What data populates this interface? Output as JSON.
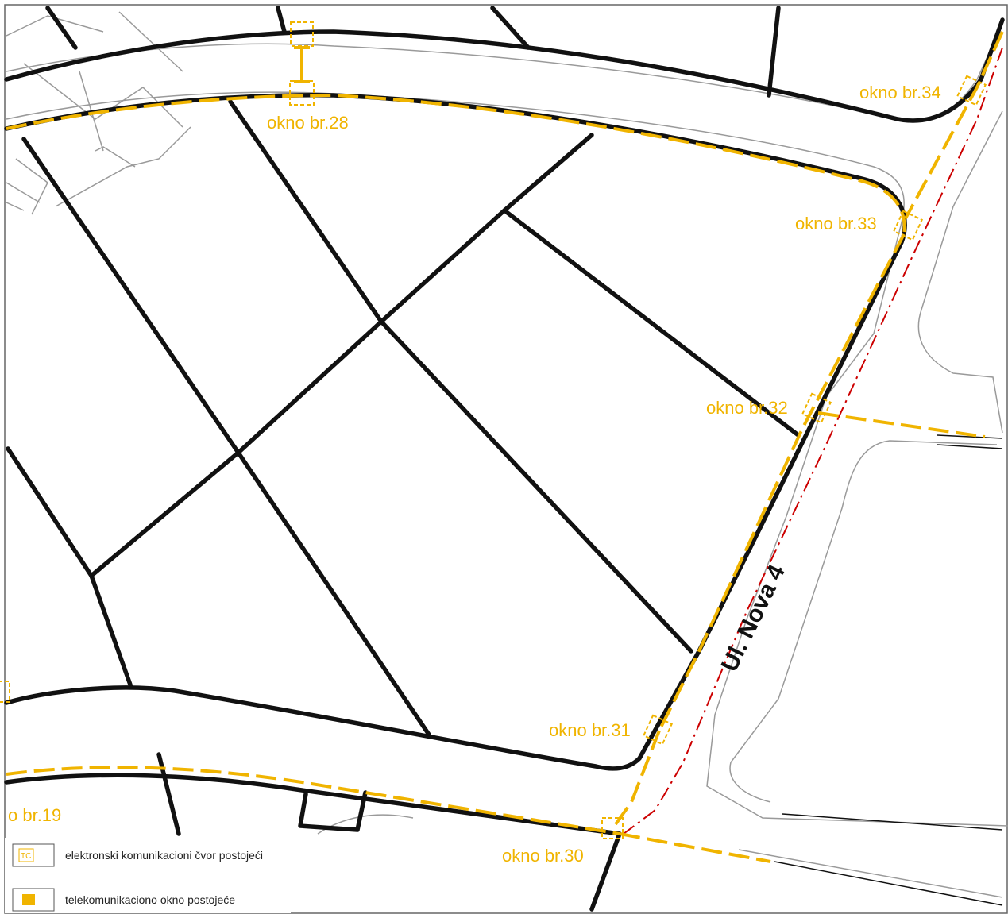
{
  "colors": {
    "telecom": "#f0b400",
    "parcel": "#111111",
    "road_edge": "#9a9a9a",
    "centerline": "#cc0000"
  },
  "street_name": "Ul. Nova 4",
  "manholes": {
    "m28": "okno br.28",
    "m34": "okno br.34",
    "m33": "okno br.33",
    "m32": "okno br.32",
    "m31": "okno br.31",
    "m30": "okno br.30",
    "m19": "o br.19"
  },
  "legend": {
    "node_symbol": "TC",
    "node_label": "elektronski komunikacioni čvor postojeći",
    "manhole_label": "telekomunikaciono okno postojeće"
  }
}
